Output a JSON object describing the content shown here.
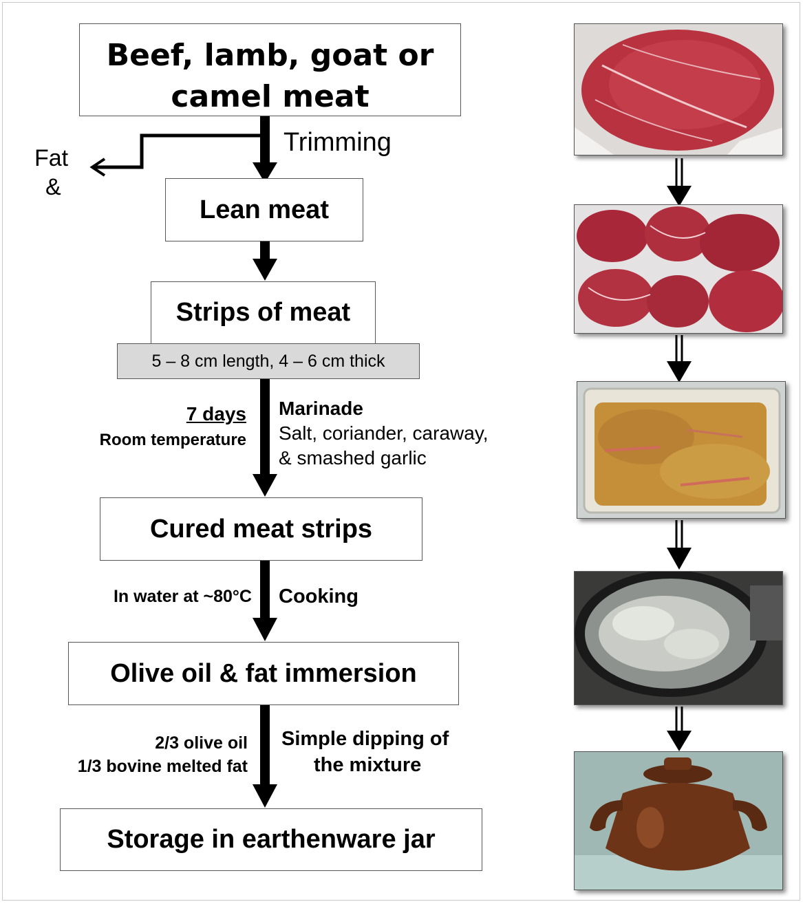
{
  "flow": {
    "title_line1": "Beef, lamb, goat or",
    "title_line2": "camel meat",
    "trimming": "Trimming",
    "fat_line1": "Fat",
    "fat_line2": "&",
    "lean": "Lean meat",
    "strips": "Strips of meat",
    "strips_size": "5 – 8 cm length, 4 – 6 cm thick",
    "days": "7 days",
    "room_temp": "Room temperature",
    "marinade_title": "Marinade",
    "marinade_line1": "Salt, coriander, caraway,",
    "marinade_line2": "& smashed garlic",
    "cured": "Cured meat strips",
    "water_temp": "In water at ~80°C",
    "cooking": "Cooking",
    "immersion": "Olive oil & fat immersion",
    "oil_ratio": "2/3 olive oil",
    "fat_ratio": "1/3 bovine melted fat",
    "dipping_line1": "Simple dipping of",
    "dipping_line2": "the mixture",
    "storage": "Storage in earthenware jar"
  },
  "photos": [
    {
      "icon": "raw-meat-cut-photo"
    },
    {
      "icon": "meat-pieces-photo"
    },
    {
      "icon": "marinated-meat-photo"
    },
    {
      "icon": "boiling-pot-photo"
    },
    {
      "icon": "earthenware-jar-photo"
    }
  ],
  "colors": {
    "meat": "#b8303c",
    "marinade": "#c89a3a",
    "size_box": "#d9d9d9",
    "jar": "#6e3418"
  }
}
